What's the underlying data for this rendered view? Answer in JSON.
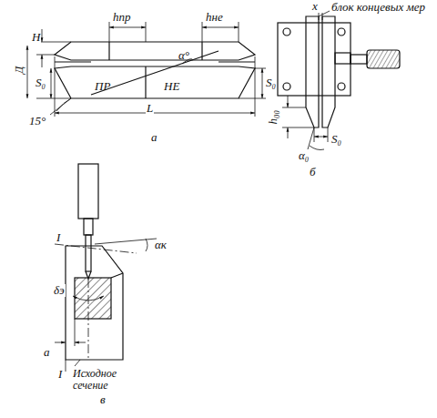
{
  "diagram": {
    "labels": [
      "H",
      "hпр",
      "hне",
      "Д",
      "S₀",
      "ПР",
      "α°",
      "НЕ",
      "S₀",
      "15°",
      "L",
      "а",
      "x",
      "блок концевых мер",
      "h₀₀",
      "S₀",
      "α₀",
      "б",
      "I",
      "αк",
      "δэ",
      "а",
      "I",
      "Исходное сечение",
      "в"
    ]
  }
}
